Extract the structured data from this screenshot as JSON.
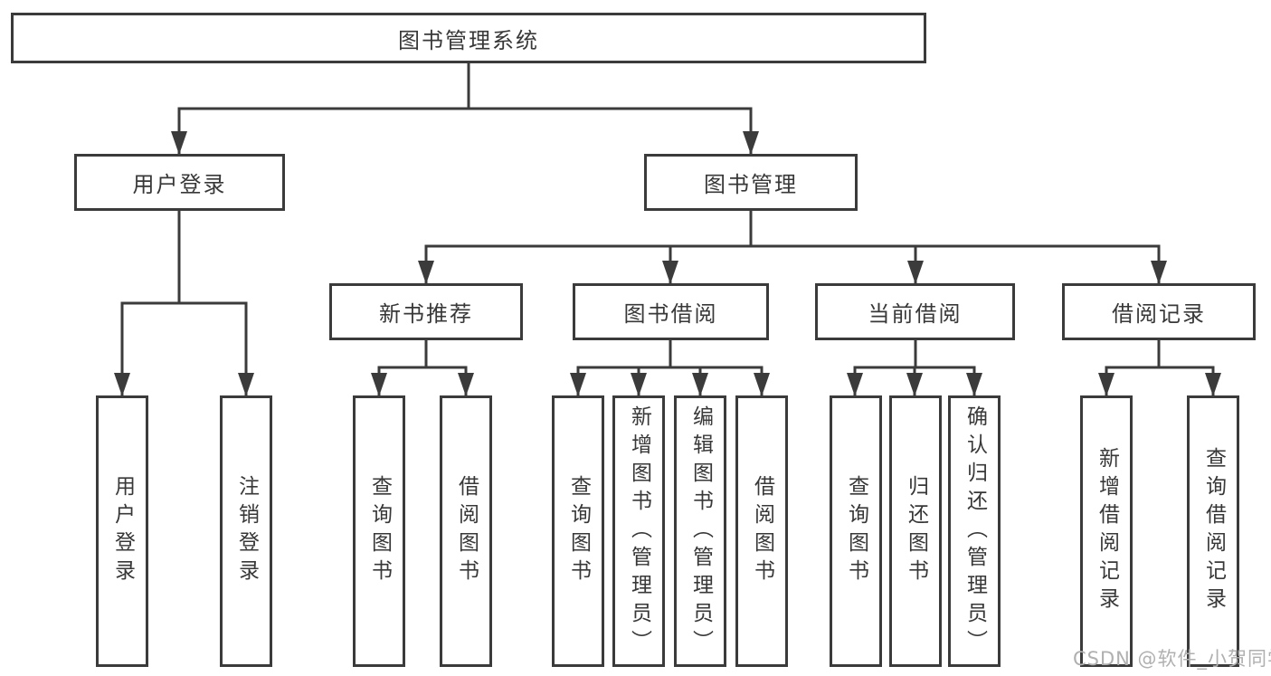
{
  "diagram": {
    "root": {
      "label": "图书管理系统",
      "children": [
        {
          "label": "用户登录",
          "children": [
            {
              "label": "用户登录"
            },
            {
              "label": "注销登录"
            }
          ]
        },
        {
          "label": "图书管理",
          "children": [
            {
              "label": "新书推荐",
              "children": [
                {
                  "label": "查询图书"
                },
                {
                  "label": "借阅图书"
                }
              ]
            },
            {
              "label": "图书借阅",
              "children": [
                {
                  "label": "查询图书"
                },
                {
                  "label": "新增图书（管理员）"
                },
                {
                  "label": "编辑图书（管理员）"
                },
                {
                  "label": "借阅图书"
                }
              ]
            },
            {
              "label": "当前借阅",
              "children": [
                {
                  "label": "查询图书"
                },
                {
                  "label": "归还图书"
                },
                {
                  "label": "确认归还（管理员）"
                }
              ]
            },
            {
              "label": "借阅记录",
              "children": [
                {
                  "label": "新增借阅记录"
                },
                {
                  "label": "查询借阅记录"
                }
              ]
            }
          ]
        }
      ]
    },
    "watermark": "CSDN @软件_小贺同学",
    "colors": {
      "line": "#3b3b3b",
      "text": "#383838",
      "background": "#ffffff",
      "watermark": "#b0b0b0"
    }
  }
}
